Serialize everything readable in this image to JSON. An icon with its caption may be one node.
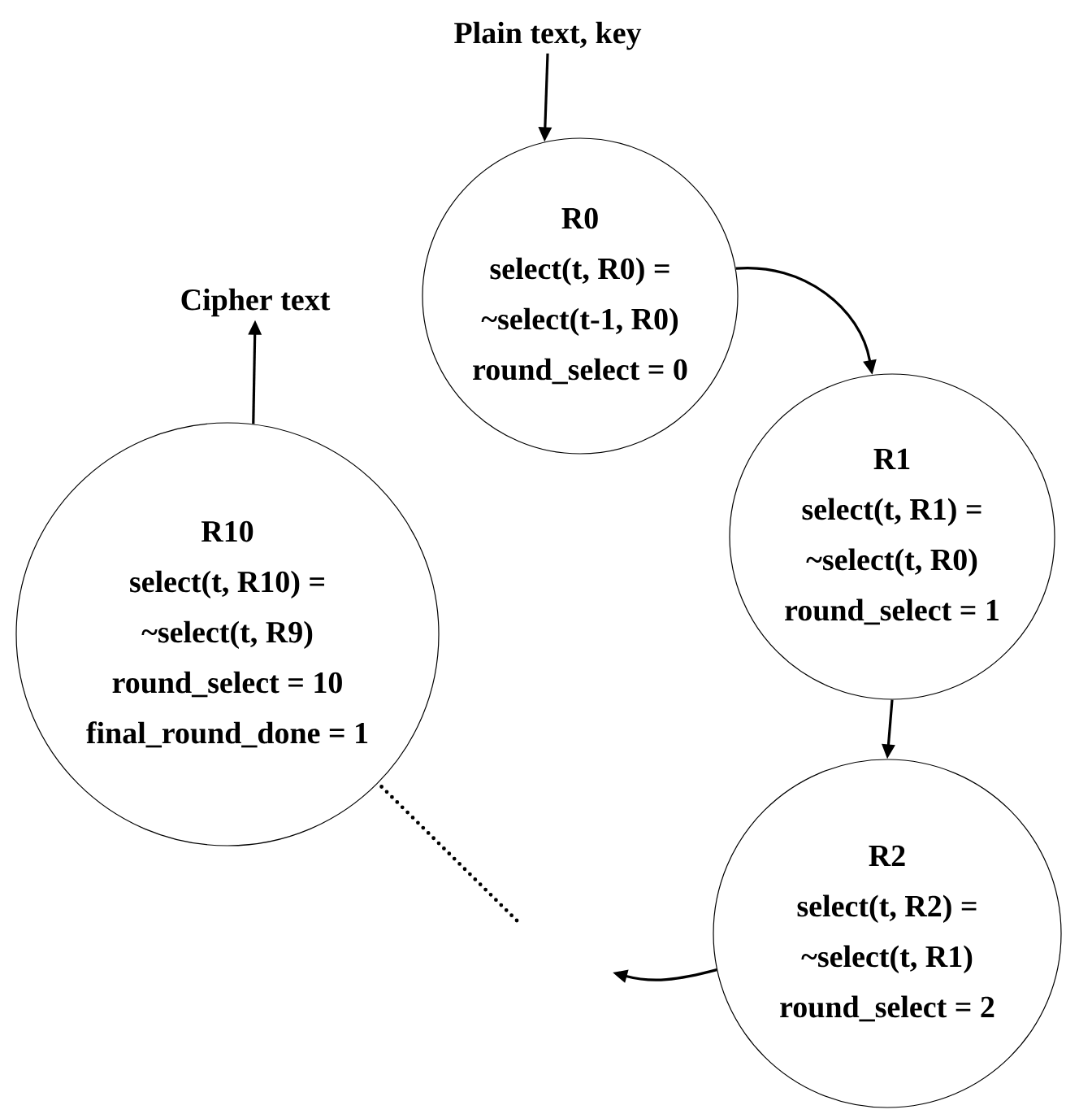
{
  "diagram": {
    "nodes": [
      {
        "text": [
          "Plain text, key"
        ]
      },
      {
        "text": [
          "R0",
          "select(t, R0) = ~select(t-1, R0)",
          "round_select = 0"
        ]
      },
      {
        "text": [
          "R1",
          "select(t, R1) = ~select(t, R0)",
          "round_select = 1"
        ]
      },
      {
        "text": [
          "R2",
          "select(t, R2) = ~select(t, R1)",
          "round_select = 2"
        ]
      },
      {
        "text": [
          "R10",
          "select(t, R10) = ~select(t, R9)",
          "round_select = 10",
          "final_round_done = 1"
        ]
      },
      {
        "text": [
          "Cipher text"
        ]
      }
    ],
    "edges": [
      {
        "from": 0,
        "to": 1,
        "arrow": "to"
      },
      {
        "from": 1,
        "to": 2,
        "arrow": "to"
      },
      {
        "from": 2,
        "to": 3,
        "arrow": "to"
      },
      {
        "from": 3,
        "to": null,
        "arrow": "to"
      },
      {
        "from": null,
        "to": 4,
        "arrow": "none",
        "style": "dashed"
      },
      {
        "from": 4,
        "to": 5,
        "arrow": "to"
      }
    ]
  }
}
